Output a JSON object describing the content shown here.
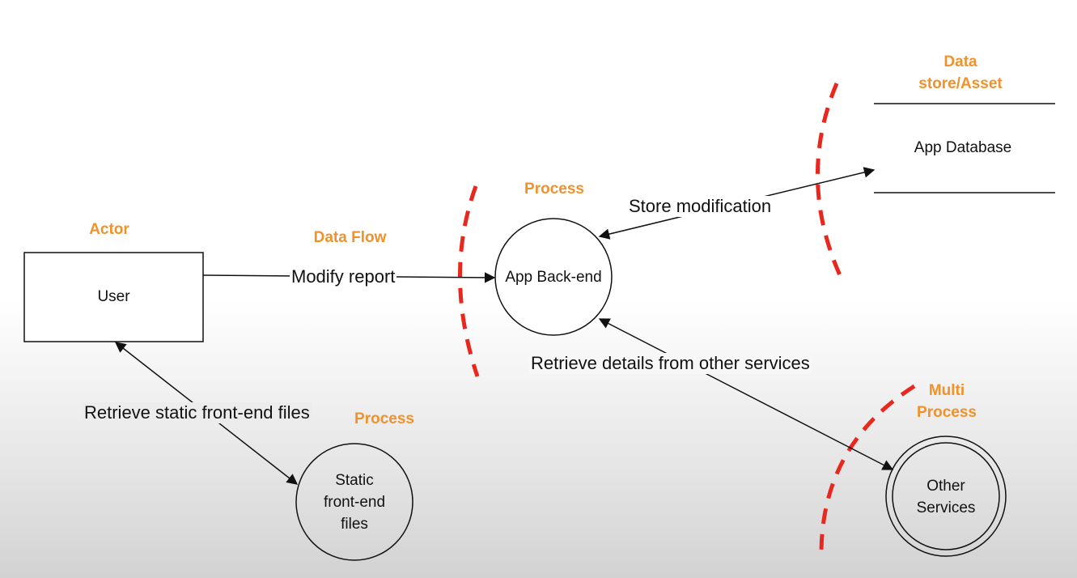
{
  "tags": {
    "actor": "Actor",
    "data_flow": "Data Flow",
    "process_backend": "Process",
    "process_static": "Process",
    "data_store_line1": "Data",
    "data_store_line2": "store/Asset",
    "multi_line1": "Multi",
    "multi_line2": "Process"
  },
  "nodes": {
    "user": "User",
    "backend": "App Back-end",
    "static_line1": "Static",
    "static_line2": "front-end",
    "static_line3": "files",
    "database": "App Database",
    "other_line1": "Other",
    "other_line2": "Services"
  },
  "flows": {
    "modify_report": "Modify report",
    "store_modification": "Store modification",
    "retrieve_details": "Retrieve details from other services",
    "retrieve_static": "Retrieve static front-end files"
  },
  "colors": {
    "tag": "#f0922b",
    "boundary": "#e8271e",
    "stroke": "#111111"
  }
}
